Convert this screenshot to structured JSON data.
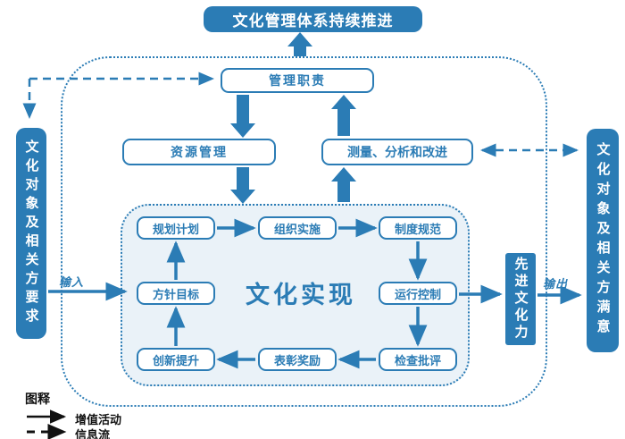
{
  "colors": {
    "primary": "#2b7cb5",
    "inner_background": "#eaf2f8",
    "box_background": "#ffffff",
    "legend_text": "#111111"
  },
  "banner": {
    "label": "文化管理体系持续推进"
  },
  "outer": {
    "management": "管理职责",
    "resource": "资源管理",
    "measure": "测量、分析和改进"
  },
  "inner": {
    "center": "文化实现",
    "boxes": {
      "plan": "规划计划",
      "organize": "组织实施",
      "system": "制度规范",
      "policy": "方针目标",
      "operation": "运行控制",
      "innovation": "创新提升",
      "reward": "表彰奖励",
      "inspection": "检查批评"
    }
  },
  "sides": {
    "left": "文化对象及相关方要求",
    "right": "文化对象及相关方满意",
    "power": "先进文化力",
    "input": "输入",
    "output": "输出"
  },
  "legend": {
    "title": "图释",
    "solid": "增值活动",
    "dashed": "信息流"
  }
}
